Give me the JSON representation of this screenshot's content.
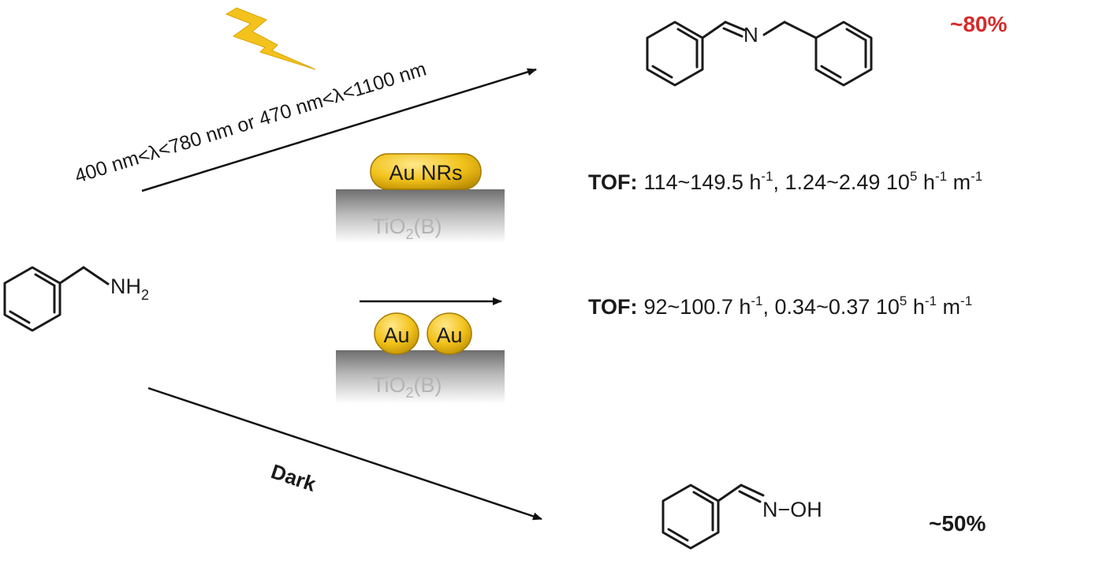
{
  "light_condition": {
    "part1": "400 nm<",
    "lambda1": "λ",
    "part2": "<780 nm or 470 nm<",
    "lambda2": "λ",
    "part3": "<1100 nm"
  },
  "reactant": {
    "amine_group": "NH",
    "amine_subscript": "2"
  },
  "imine_product": {
    "nitrogen_label": "N",
    "yield": "~80%",
    "yield_color": "#d62b2b"
  },
  "oxime_product": {
    "group_label": "N−OH",
    "yield": "~50%"
  },
  "dark_condition": "Dark",
  "catalyst_nanorods": {
    "particle_label": "Au NRs",
    "support_main": "TiO",
    "support_sub": "2",
    "support_tail": "(B)",
    "tof": {
      "label": "TOF:",
      "v1": "114~149.5 h",
      "e1": "-1",
      "sep": ", 1.24~2.49 10",
      "e2": "5",
      "v2": " h",
      "e3": "-1",
      "v3": " m",
      "e4": "-1"
    }
  },
  "catalyst_particles": {
    "particle_label_1": "Au",
    "particle_label_2": "Au",
    "support_main": "TiO",
    "support_sub": "2",
    "support_tail": "(B)",
    "tof": {
      "label": "TOF:",
      "v1": "92~100.7 h",
      "e1": "-1",
      "sep": ", 0.34~0.37 10",
      "e2": "5",
      "v2": " h",
      "e3": "-1",
      "v3": " m",
      "e4": "-1"
    }
  },
  "colors": {
    "gold": "#f2c21b",
    "gold_dark": "#b88a00",
    "lightning": "#f4c21d",
    "support_top": "#7a7a7a",
    "support_bottom": "#ffffff",
    "support_text": "#b4b4b4"
  }
}
